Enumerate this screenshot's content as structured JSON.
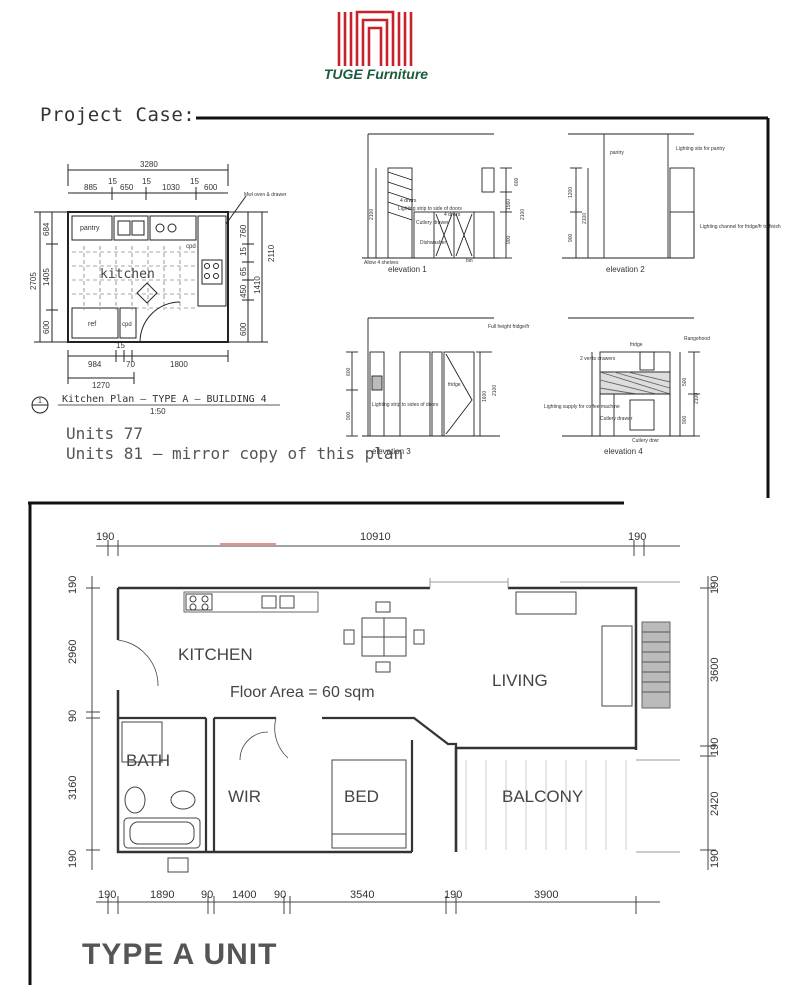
{
  "brand": {
    "name": "TUGE Furniture",
    "logo_icon": "tuge-logo-icon",
    "logo_color": "#c8232c",
    "text_color": "#1e5a3c"
  },
  "header": {
    "label": "Project Case:"
  },
  "kitchen_plan": {
    "caption": "Kitchen Plan – TYPE A – BUILDING 4",
    "scale": "1:50",
    "ref_number": "1",
    "room_label": "kitchen",
    "labels": {
      "pantry": "pantry",
      "ref": "ref",
      "cpd": "cpd",
      "cpd_v": "cpd",
      "mw": "Mwl oven & drawer"
    },
    "top_overall": "3280",
    "top_dims": [
      "885",
      "15",
      "650",
      "15",
      "1030",
      "15",
      "600"
    ],
    "bottom_dims": [
      "984",
      "15",
      "70",
      "1800"
    ],
    "bottom_overall": "1270",
    "left_overall": "2705",
    "left_dims": [
      "684",
      "1405",
      "600"
    ],
    "right_dims": [
      "760",
      "2110",
      "15",
      "65",
      "1410",
      "450",
      "600"
    ]
  },
  "elevations": [
    {
      "label": "elevation 1",
      "dims": [
        "2100",
        "600",
        "1560",
        "2100",
        "900"
      ],
      "notes": [
        "Allow 4 shelves",
        "Lighting strip to side of doors",
        "4 drwrs",
        "Cutlery drawer",
        "Dishwasher",
        "bin",
        "4 drwrs"
      ]
    },
    {
      "label": "elevation 2",
      "dims": [
        "1200",
        "2100",
        "900"
      ],
      "notes": [
        "pantry",
        "Lighting sits for pantry",
        "Lighting channel for fridge/fr to finish"
      ]
    },
    {
      "label": "elevation 3",
      "dims": [
        "600",
        "900",
        "1600",
        "2100"
      ],
      "notes": [
        "Full height fridge/fr",
        "Lighting strip to sides of doors",
        "fridge"
      ]
    },
    {
      "label": "elevation 4",
      "dims": [
        "500",
        "900",
        "2100"
      ],
      "notes": [
        "2 vents drawers",
        "Rangehood",
        "Lighting supply for coffee machine",
        "Cutlery drawer",
        "Cutlery drwr",
        "fridge"
      ]
    }
  ],
  "units_notes": [
    "Units 77",
    "Units 81 – mirror copy of this plan"
  ],
  "unit_plan": {
    "title": "TYPE A UNIT",
    "floor_area": "Floor Area = 60 sqm",
    "rooms": {
      "kitchen": "KITCHEN",
      "living": "LIVING",
      "bath": "BATH",
      "wir": "WIR",
      "bed": "BED",
      "balcony": "BALCONY"
    },
    "top_dims": [
      "190",
      "10910",
      "190"
    ],
    "bottom_dims": [
      "190",
      "1890",
      "90",
      "1400",
      "90",
      "3540",
      "190",
      "3900"
    ],
    "left_dims": [
      "190",
      "2960",
      "90",
      "3160",
      "190"
    ],
    "right_dims": [
      "190",
      "3600",
      "190",
      "2420",
      "190"
    ]
  },
  "colors": {
    "line": "#222222",
    "accent_red": "#c8232c",
    "hatch": "#888888"
  }
}
